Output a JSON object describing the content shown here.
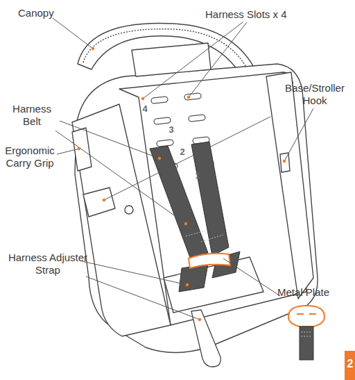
{
  "diagram": {
    "labels": [
      "Canopy",
      "Harness Slots x 4",
      "Base/Stroller Hook",
      "Harness Belt",
      "Ergonomic Carry Grip",
      "Harness Adjuster Strap",
      "Metal Plate",
      "4",
      "3",
      "2",
      "1",
      "2"
    ]
  }
}
